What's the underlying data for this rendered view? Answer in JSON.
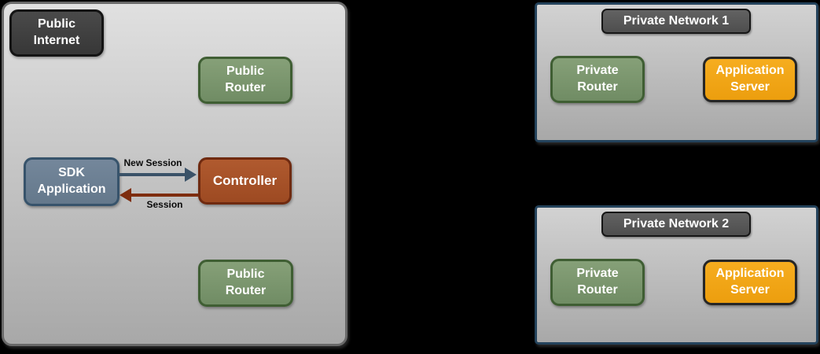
{
  "colors": {
    "background": "#000000",
    "public_zone_border": "#696969",
    "private_zone_border": "#24435c",
    "node_green": "#7d9871",
    "node_slate": "#6c7f91",
    "node_rust": "#a85129",
    "node_orange": "#f2a413",
    "node_dark": "#3f3f3f",
    "arrow_new_session": "#3a5268",
    "arrow_session": "#7e2d0f"
  },
  "public_zone": {
    "internet_label": "Public\nInternet",
    "router_top": "Public\nRouter",
    "sdk_app": "SDK\nApplication",
    "controller": "Controller",
    "router_bottom": "Public\nRouter",
    "arrows": {
      "new_session": "New Session",
      "session": "Session"
    }
  },
  "private_networks": [
    {
      "title": "Private Network 1",
      "router": "Private\nRouter",
      "server": "Application\nServer"
    },
    {
      "title": "Private Network 2",
      "router": "Private\nRouter",
      "server": "Application\nServer"
    }
  ]
}
